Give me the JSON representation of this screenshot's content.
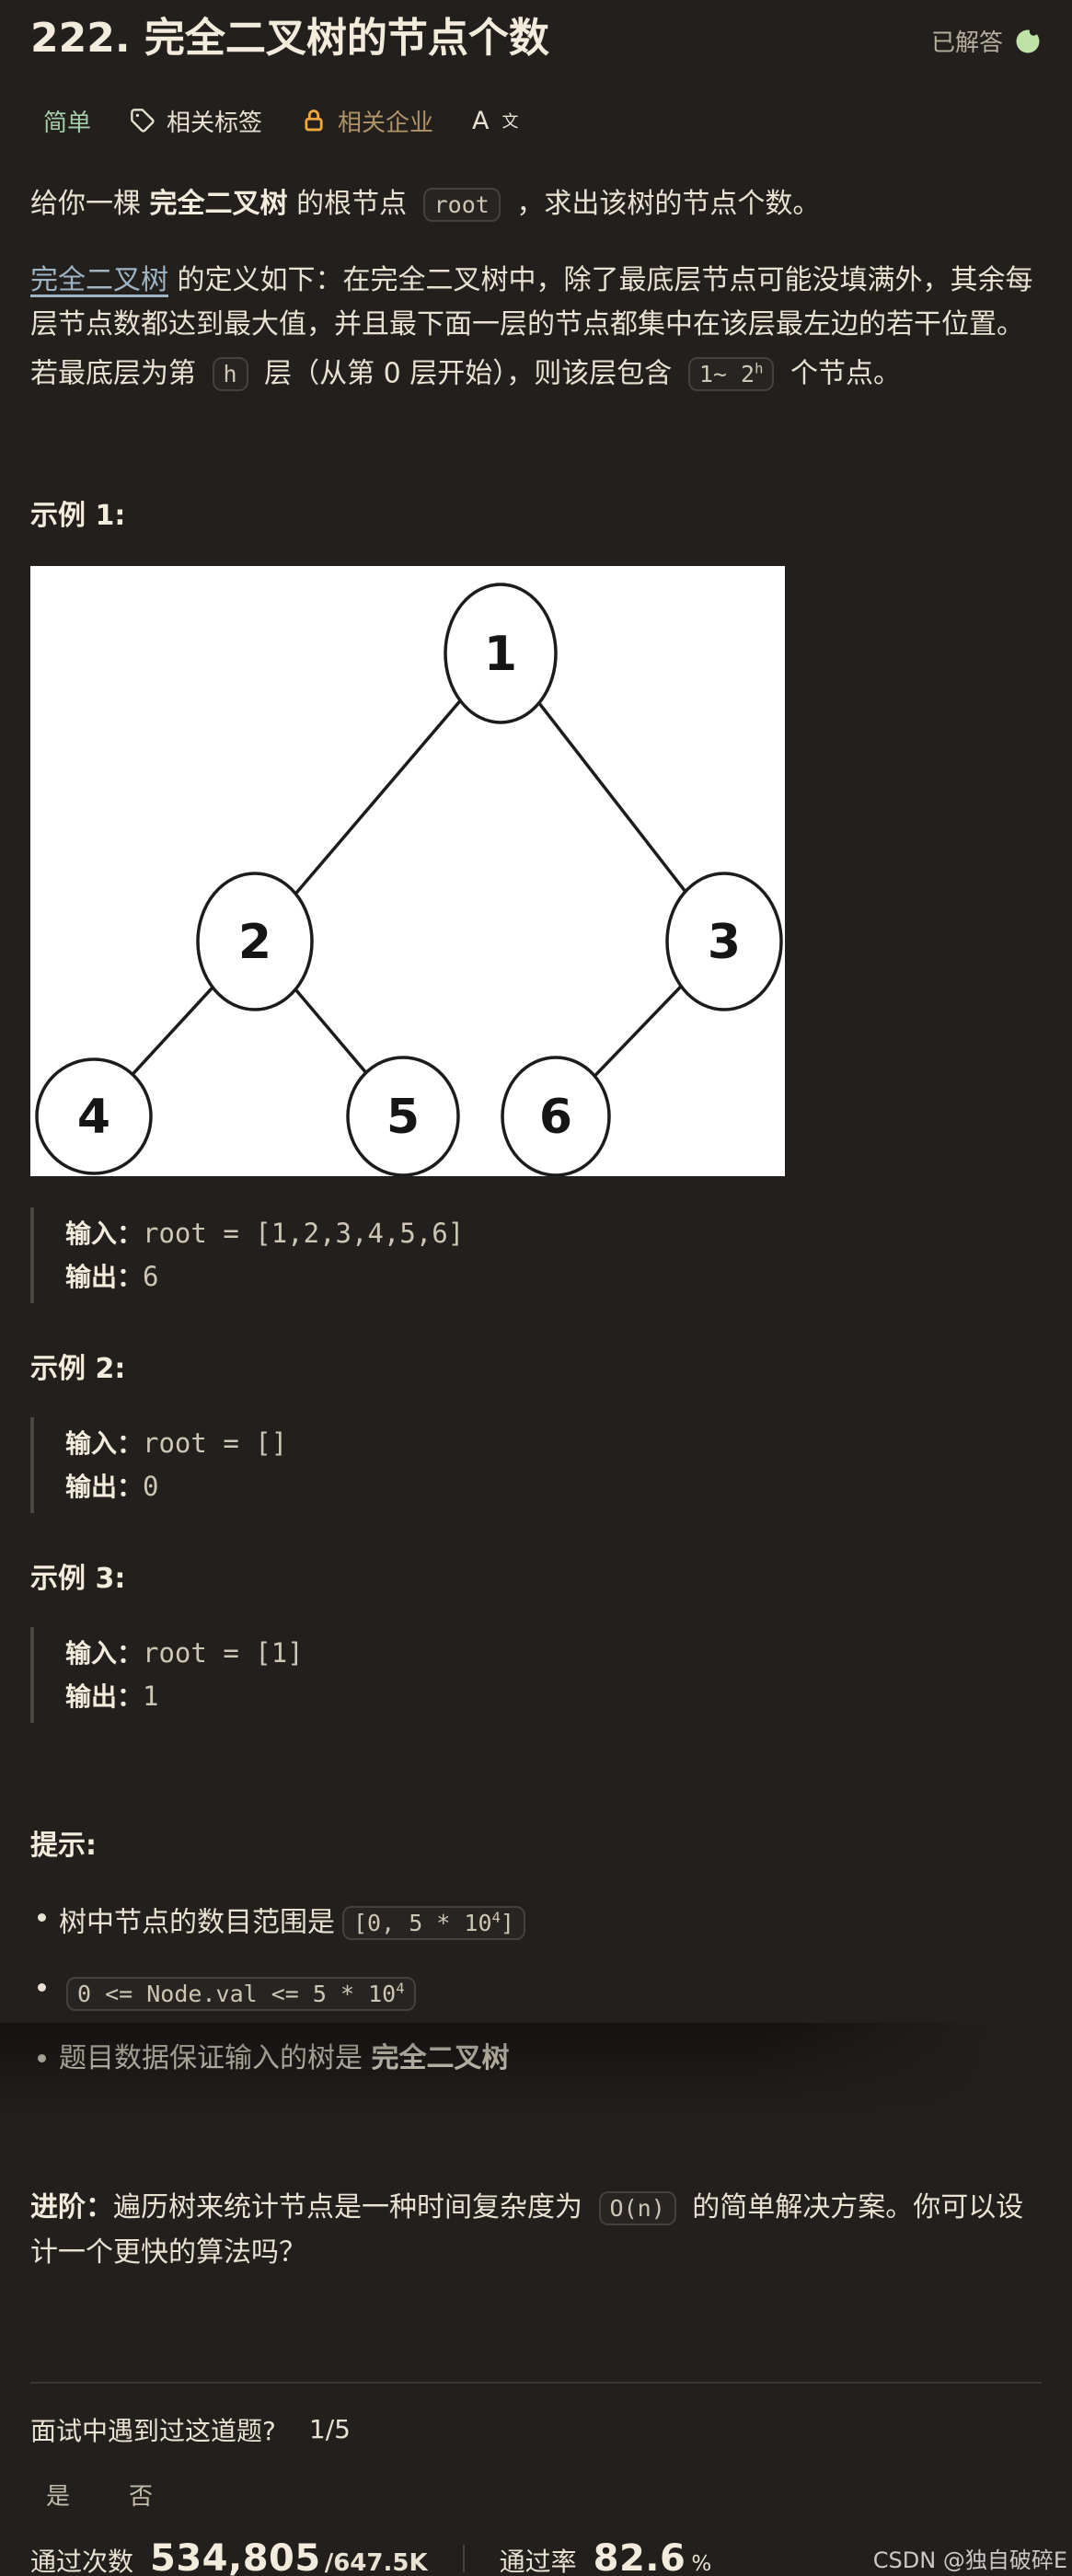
{
  "page": {
    "bg": "#221f1d"
  },
  "colors": {
    "cream": "#e9e2d2",
    "cream_bright": "#f3ecdc",
    "muted": "#b6ae9f",
    "easy_green": "#a3cda6",
    "solved_green": "#bfe3a6",
    "gold": "#f2a93b",
    "gold_text": "#b09468",
    "link_blue": "#9db5c4",
    "mono_text": "#cdc6b4",
    "chip_border": "#45413b",
    "divider": "#3b3733",
    "watermark_grey": "#c9c9c9",
    "figure_bg": "#ffffff",
    "tree_stroke": "#1c1c1c"
  },
  "header": {
    "title": "222. 完全二叉树的节点个数",
    "solved_label": "已解答"
  },
  "toolbar": {
    "difficulty": "简单",
    "related_tags_label": "相关标签",
    "related_companies_label": "相关企业",
    "font_setting_a": "A",
    "font_setting_wen": "文"
  },
  "description": {
    "paragraph1": [
      {
        "s": "plain",
        "t": "给你一棵 "
      },
      {
        "s": "bold",
        "t": "完全二叉树"
      },
      {
        "s": "plain",
        "t": " 的根节点 "
      },
      {
        "s": "code",
        "t": "root"
      },
      {
        "s": "plain",
        "t": " ，求出该树的节点个数。"
      }
    ],
    "paragraph2": [
      {
        "s": "link",
        "t": "完全二叉树"
      },
      {
        "s": "plain",
        "t": " 的定义如下：在完全二叉树中，除了最底层节点可能没填满外，其余每层节点数都达到最大值，并且最下面一层的节点都集中在该层最左边的若干位置。若最底层为第 "
      },
      {
        "s": "code",
        "t": "h"
      },
      {
        "s": "plain",
        "t": " 层（从第 0 层开始），则该层包含 "
      },
      {
        "s": "code",
        "t": "1~ 2",
        "sup": "h"
      },
      {
        "s": "plain",
        "t": " 个节点。"
      }
    ]
  },
  "examples": [
    {
      "heading": "示例 1:",
      "input_label": "输入：",
      "input_value": "root = [1,2,3,4,5,6]",
      "output_label": "输出：",
      "output_value": "6"
    },
    {
      "heading": "示例 2:",
      "input_label": "输入：",
      "input_value": "root = []",
      "output_label": "输出：",
      "output_value": "0"
    },
    {
      "heading": "示例 3:",
      "input_label": "输入：",
      "input_value": "root = [1]",
      "output_label": "输出：",
      "output_value": "1"
    }
  ],
  "tree": {
    "values": [
      1,
      2,
      3,
      4,
      5,
      6
    ],
    "edges": [
      [
        1,
        2
      ],
      [
        1,
        3
      ],
      [
        2,
        4
      ],
      [
        2,
        5
      ],
      [
        3,
        6
      ]
    ]
  },
  "hints": {
    "heading": "提示:",
    "items": [
      [
        {
          "s": "plain",
          "t": "树中节点的数目范围是"
        },
        {
          "s": "code",
          "t": "[0, 5 * 10",
          "sup": "4",
          "tail": "]"
        }
      ],
      [
        {
          "s": "code",
          "t": "0 <= Node.val <= 5 * 10",
          "sup": "4"
        }
      ],
      [
        {
          "s": "plain",
          "t": "题目数据保证输入的树是 "
        },
        {
          "s": "bold",
          "t": "完全二叉树"
        }
      ]
    ]
  },
  "followup": [
    {
      "s": "bold",
      "t": "进阶："
    },
    {
      "s": "plain",
      "t": "遍历树来统计节点是一种时间复杂度为 "
    },
    {
      "s": "code",
      "t": "O(n)"
    },
    {
      "s": "plain",
      "t": " 的简单解决方案。你可以设计一个更快的算法吗？"
    }
  ],
  "survey": {
    "question": "面试中遇到过这道题?",
    "progress": "1/5",
    "yes_label": "是",
    "no_label": "否"
  },
  "stats": {
    "accepted_label": "通过次数",
    "accepted_value": "534,805",
    "accepted_total": "/647.5K",
    "rate_label": "通过率",
    "rate_value": "82.6",
    "rate_unit": "%"
  },
  "watermark": "CSDN @独自破碎E"
}
